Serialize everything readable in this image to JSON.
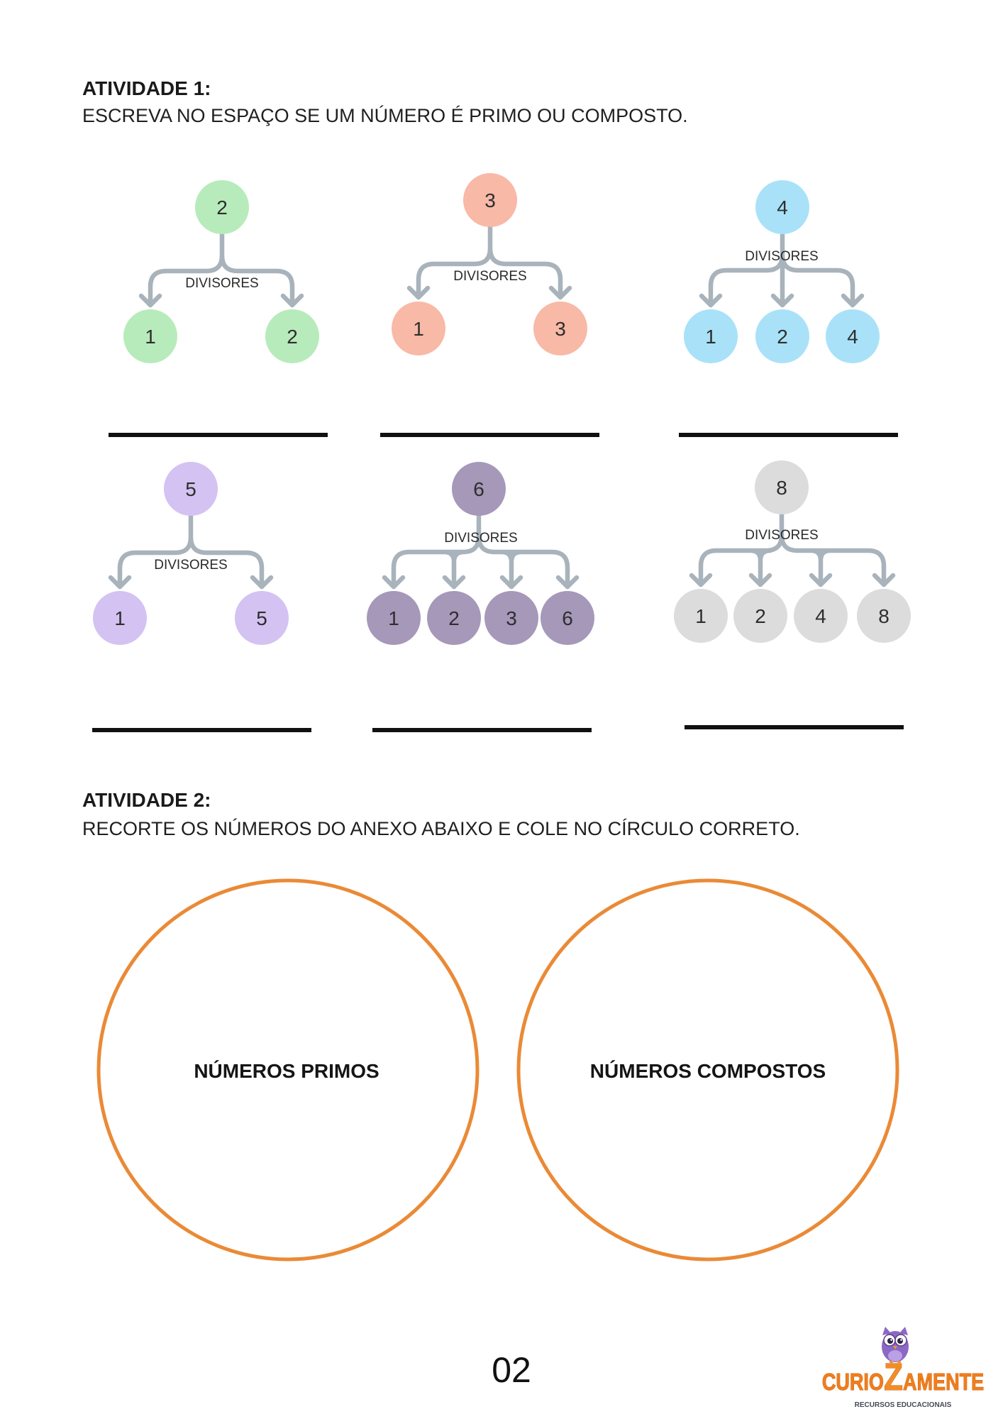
{
  "activity1": {
    "title": "ATIVIDADE 1:",
    "instruction": "ESCREVA NO ESPAÇO SE UM NÚMERO É PRIMO OU COMPOSTO."
  },
  "trees": [
    {
      "root": "2",
      "label": "DIVISORES",
      "divisors": [
        "1",
        "2"
      ],
      "color": "#b8ebbb"
    },
    {
      "root": "3",
      "label": "DIVISORES",
      "divisors": [
        "1",
        "3"
      ],
      "color": "#f8b9a7"
    },
    {
      "root": "4",
      "label": "DIVISORES",
      "divisors": [
        "1",
        "2",
        "4"
      ],
      "color": "#a9e2f8"
    },
    {
      "root": "5",
      "label": "DIVISORES",
      "divisors": [
        "1",
        "5"
      ],
      "color": "#d4c2f2"
    },
    {
      "root": "6",
      "label": "DIVISORES",
      "divisors": [
        "1",
        "2",
        "3",
        "6"
      ],
      "color": "#a698b9"
    },
    {
      "root": "8",
      "label": "DIVISORES",
      "divisors": [
        "1",
        "2",
        "4",
        "8"
      ],
      "color": "#dcdcdc"
    }
  ],
  "activity2": {
    "title": "ATIVIDADE 2:",
    "instruction": "RECORTE OS NÚMEROS DO ANEXO ABAIXO E COLE NO CÍRCULO CORRETO.",
    "circles": [
      {
        "label": "NÚMEROS PRIMOS"
      },
      {
        "label": "NÚMEROS COMPOSTOS"
      }
    ]
  },
  "page_number": "02",
  "logo": {
    "icon": "owl-icon",
    "name_start": "CURIO",
    "name_z": "Z",
    "name_end": "AMENTE",
    "tagline": "RECURSOS EDUCACIONAIS"
  },
  "colors": {
    "connector": "#a8b3bc",
    "answer_line": "#111111",
    "circle_outline": "#ea8a36",
    "logo_orange": "#f07e1c",
    "logo_owl": "#8b68c5"
  }
}
